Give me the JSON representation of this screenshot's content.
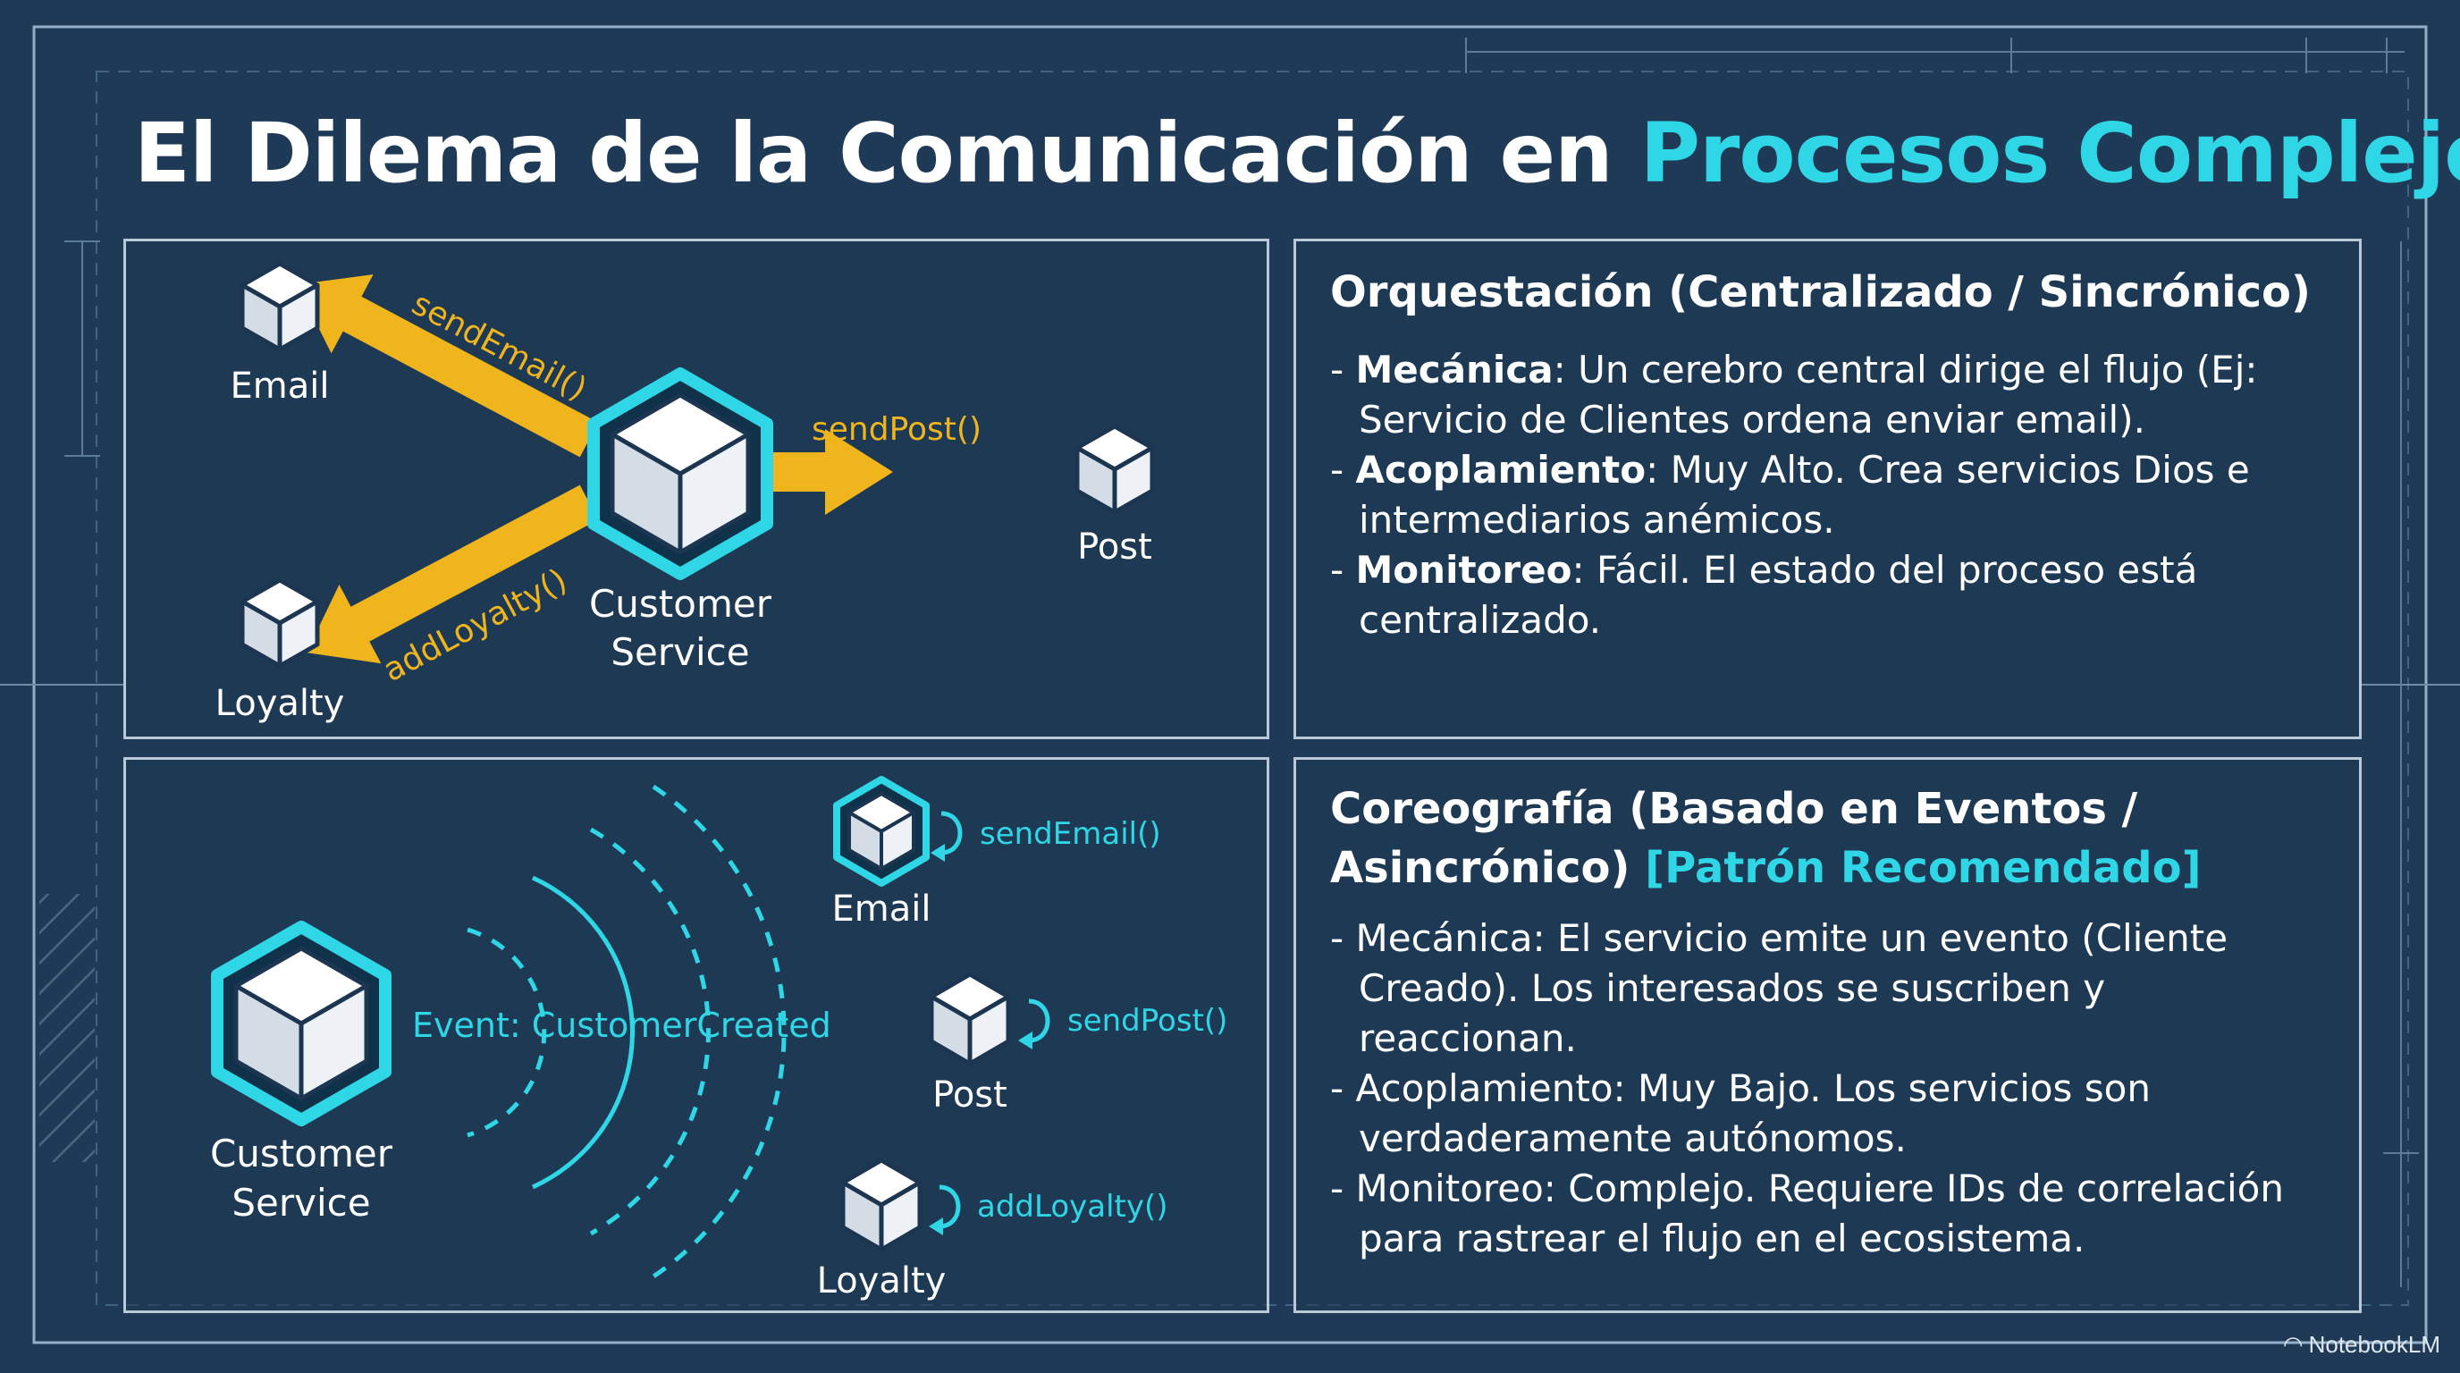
{
  "title": {
    "main": "El Dilema de la Comunicación en ",
    "accent": "Procesos Complejos"
  },
  "orchestration": {
    "nodes": {
      "email": "Email",
      "post": "Post",
      "loyalty": "Loyalty",
      "customer_line1": "Customer",
      "customer_line2": "Service"
    },
    "calls": {
      "send_email": "sendEmail()",
      "send_post": "sendPost()",
      "add_loyalty": "addLoyalty()"
    },
    "heading": "Orquestación (Centralizado / Sincrónico)",
    "bullets": [
      {
        "dash": "- ",
        "term": "Mecánica",
        "text": ": Un cerebro central dirige el flujo (Ej: Servicio de Clientes ordena enviar email)."
      },
      {
        "dash": "- ",
        "term": "Acoplamiento",
        "text": ": Muy Alto. Crea servicios Dios e intermediarios anémicos."
      },
      {
        "dash": "- ",
        "term": "Monitoreo",
        "text": ": Fácil. El estado del proceso está centralizado."
      }
    ]
  },
  "choreography": {
    "nodes": {
      "email": "Email",
      "post": "Post",
      "loyalty": "Loyalty",
      "customer_line1": "Customer",
      "customer_line2": "Service"
    },
    "event": "Event: CustomerCreated",
    "calls": {
      "send_email": "sendEmail()",
      "send_post": "sendPost()",
      "add_loyalty": "addLoyalty()"
    },
    "heading_line1": "Coreografía (Basado en Eventos /",
    "heading_line2": "Asincrónico) ",
    "heading_accent": "[Patrón Recomendado]",
    "bullets": [
      "- Mecánica: El servicio emite un evento (Cliente Creado). Los interesados se suscriben y reaccionan.",
      "- Acoplamiento: Muy Bajo. Los servicios son verdaderamente autónomos.",
      "- Monitoreo: Complejo. Requiere IDs de correlación para rastrear el flujo en el ecosistema."
    ]
  },
  "brand": "NotebookLM",
  "colors": {
    "background": "#1f3a56",
    "accent": "#2fd6e6",
    "arrow": "#f0b51c",
    "text": "#ffffff",
    "panel_border": "#b9c9d8"
  },
  "icons": {
    "service": "cube-icon",
    "callback": "curved-arrow-icon",
    "brand": "notebooklm-logo-icon"
  }
}
